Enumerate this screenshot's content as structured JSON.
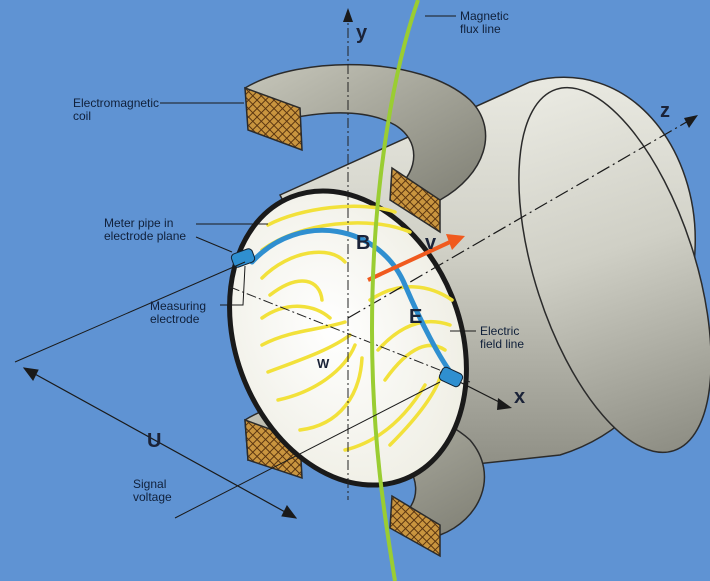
{
  "labels": {
    "magnetic_flux_line": "Magnetic\nflux line",
    "electromagnetic_coil": "Electromagnetic\ncoil",
    "meter_pipe": "Meter pipe in\nelectrode plane",
    "measuring_electrode": "Measuring\nelectrode",
    "electric_field_line": "Electric\nfield line",
    "signal_voltage": "Signal\nvoltage"
  },
  "symbols": {
    "axis_x": "x",
    "axis_y": "y",
    "axis_z": "z",
    "magnetic_field": "B",
    "velocity": "v",
    "electric_field": "E",
    "width": "W",
    "voltage": "U"
  },
  "colors": {
    "background": "#5f93d3",
    "pipe": "#c9c9bd",
    "coil": "#9b9b8f",
    "coil_winding": "#8a5a22",
    "flux_line": "#9acd32",
    "field_lines": "#f2e13a",
    "electrode_line": "#2f8fd0",
    "velocity_arrow": "#f05a1e"
  }
}
